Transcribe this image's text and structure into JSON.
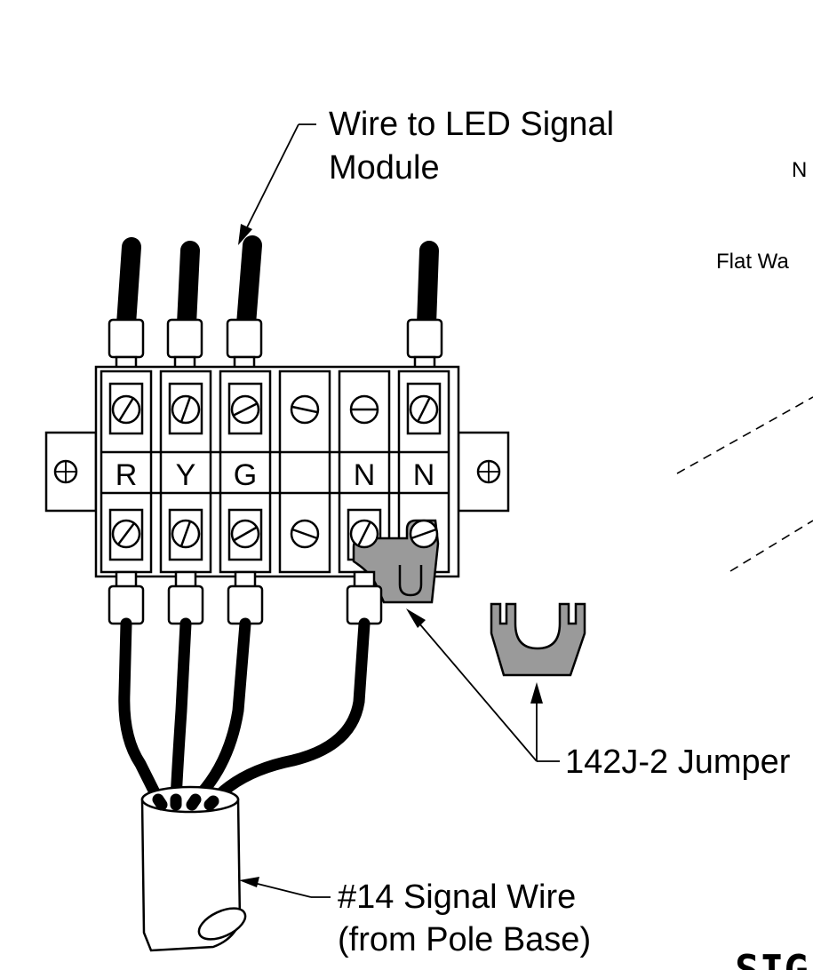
{
  "labels": {
    "wire_to_led": [
      "Wire to LED Signal",
      "Module"
    ],
    "jumper": "142J-2 Jumper",
    "signal_wire": [
      "#14 Signal Wire",
      "(from Pole Base)"
    ],
    "clip_right_top": "N",
    "clip_right_mid": "Flat Wa",
    "clip_bottom_right": "SIG"
  },
  "terminals": [
    "R",
    "Y",
    "G",
    "",
    "N",
    "N"
  ],
  "colors": {
    "jumper_fill": "#9a9a9a",
    "line": "#000000",
    "background": "#ffffff"
  }
}
